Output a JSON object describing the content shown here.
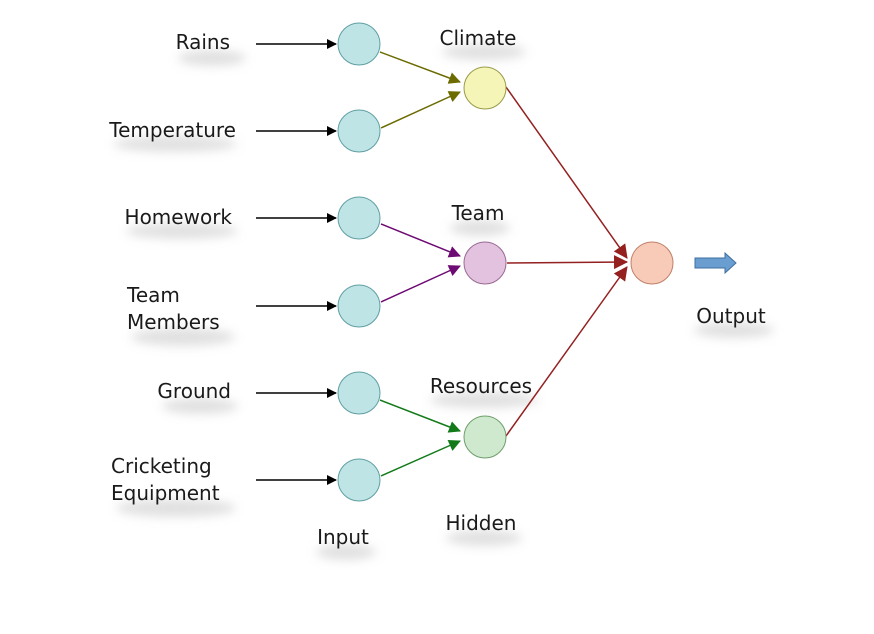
{
  "inputs": [
    {
      "lines": [
        "Rains"
      ]
    },
    {
      "lines": [
        "Temperature"
      ]
    },
    {
      "lines": [
        "Homework"
      ]
    },
    {
      "lines": [
        "Team",
        "Members"
      ]
    },
    {
      "lines": [
        "Ground"
      ]
    },
    {
      "lines": [
        "Cricketing",
        "Equipment"
      ]
    }
  ],
  "hidden": [
    {
      "label": "Climate",
      "fill": "#f5f5b8",
      "stroke": "#9a9a4a",
      "edge_color": "#6b6b00"
    },
    {
      "label": "Team",
      "fill": "#e2c2de",
      "stroke": "#9a6b94",
      "edge_color": "#6e0a74"
    },
    {
      "label": "Resources",
      "fill": "#cfe9ce",
      "stroke": "#6f9f6c",
      "edge_color": "#137a1a"
    }
  ],
  "output_node": {
    "fill": "#f7cbb8",
    "stroke": "#c0806a",
    "edge_color": "#942020"
  },
  "input_node": {
    "fill": "#bfe4e6",
    "stroke": "#5f9fa3"
  },
  "output_arrow_color": "#6a9ed0",
  "layer_labels": {
    "input": "Input",
    "hidden": "Hidden",
    "output": "Output"
  }
}
